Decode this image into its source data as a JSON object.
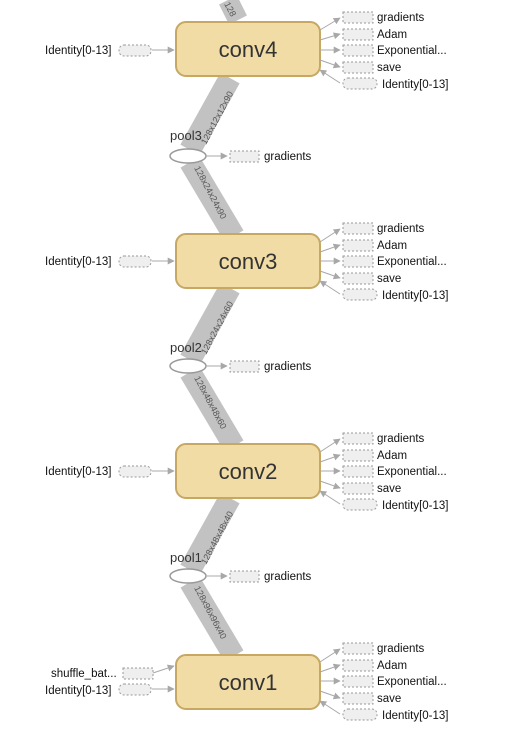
{
  "convs": [
    {
      "name": "conv4",
      "input_label": "Identity[0-13]",
      "outputs": [
        "gradients",
        "Adam",
        "Exponential...",
        "save",
        "Identity[0-13]"
      ]
    },
    {
      "name": "conv3",
      "input_label": "Identity[0-13]",
      "outputs": [
        "gradients",
        "Adam",
        "Exponential...",
        "save",
        "Identity[0-13]"
      ]
    },
    {
      "name": "conv2",
      "input_label": "Identity[0-13]",
      "outputs": [
        "gradients",
        "Adam",
        "Exponential...",
        "save",
        "Identity[0-13]"
      ]
    },
    {
      "name": "conv1",
      "input_labels": [
        "shuffle_bat...",
        "Identity[0-13]"
      ],
      "outputs": [
        "gradients",
        "Adam",
        "Exponential...",
        "save",
        "Identity[0-13]"
      ]
    }
  ],
  "pools": [
    {
      "name": "pool3",
      "output": "gradients"
    },
    {
      "name": "pool2",
      "output": "gradients"
    },
    {
      "name": "pool1",
      "output": "gradients"
    }
  ],
  "edges": {
    "top": "128",
    "conv4_pool3": "128x12x12x90",
    "pool3_conv3": "128x24x24x90",
    "conv3_pool2": "128x24x24x60",
    "pool2_conv2": "128x48x48x60",
    "conv2_pool1": "128x48x48x40",
    "pool1_conv1": "128x96x96x40"
  },
  "colors": {
    "node_fill": "#f1dca6",
    "node_stroke": "#c6a864",
    "edge": "#c2c2c2",
    "arrow": "#a8a8a8",
    "dashed": "#9a9a9a",
    "dashed_fill": "#efefef"
  }
}
